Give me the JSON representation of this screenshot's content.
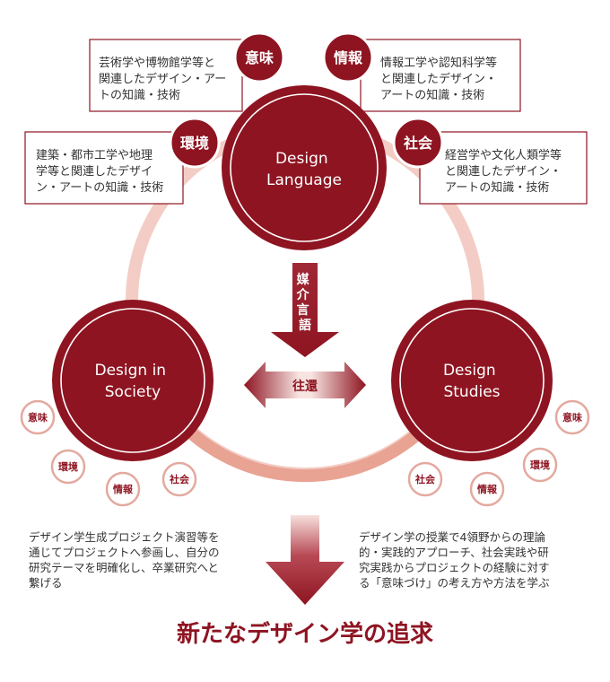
{
  "colors": {
    "primary": "#8e1421",
    "ring": "#f3cdc5",
    "ring_strong": "#e89a8a",
    "pill_border": "#e3a99f",
    "box_border": "#8e1421",
    "text": "#333333"
  },
  "circles": {
    "language": {
      "line1": "Design",
      "line2": "Language"
    },
    "society": {
      "line1": "Design in",
      "line2": "Society"
    },
    "studies": {
      "line1": "Design",
      "line2": "Studies"
    }
  },
  "badges": {
    "meaning": "意味",
    "info": "情報",
    "environment": "環境",
    "society": "社会"
  },
  "boxes": {
    "meaning": [
      "芸術学や博物館学等と",
      "関連したデザイン・アー",
      "トの知識・技術"
    ],
    "info": [
      "情報工学や認知科学等",
      "と関連したデザイン・",
      "アートの知識・技術"
    ],
    "environment": [
      "建築・都市工学や地理",
      "学等と関連したデザイ",
      "ン・アートの知識・技術"
    ],
    "society": [
      "経営学や文化人類学等",
      "と関連したデザイン・",
      "アートの知識・技術"
    ]
  },
  "arrows": {
    "mediation": [
      "媒",
      "介",
      "言",
      "語"
    ],
    "exchange": "往還"
  },
  "pills_left": {
    "meaning": "意味",
    "environment": "環境",
    "info": "情報",
    "society": "社会"
  },
  "pills_right": {
    "society": "社会",
    "info": "情報",
    "environment": "環境",
    "meaning": "意味"
  },
  "descriptions": {
    "left": [
      "デザイン学生成プロジェクト演習等を",
      "通じてプロジェクトへ参画し、自分の",
      "研究テーマを明確化し、卒業研究へと",
      "繋げる"
    ],
    "right": [
      "デザイン学の授業で4領野からの理論",
      "的・実践的アプローチ、社会実践や研",
      "究実践からプロジェクトの経験に対す",
      "る「意味づけ」の考え方や方法を学ぶ"
    ]
  },
  "title": "新たなデザイン学の追求"
}
